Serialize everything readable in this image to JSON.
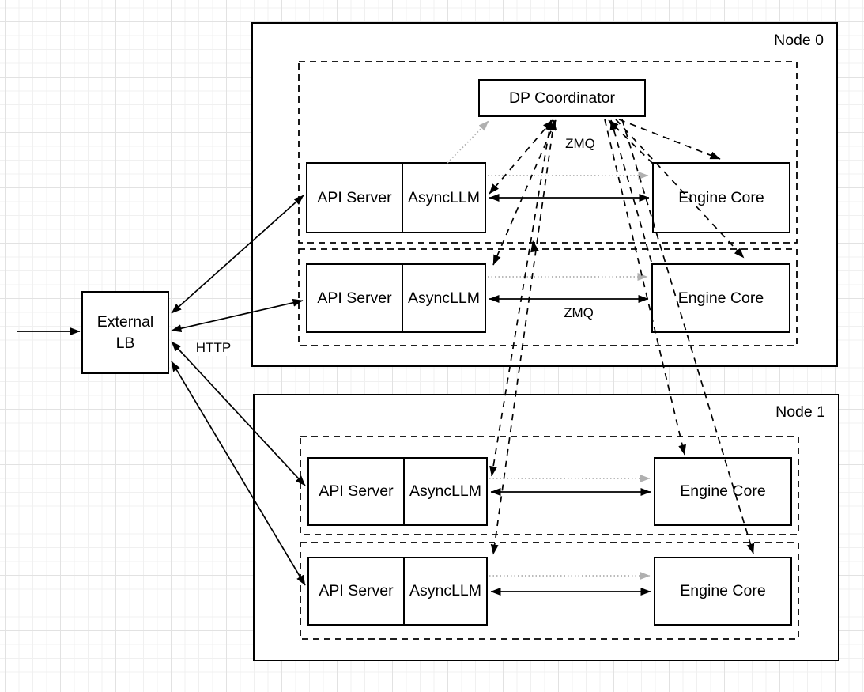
{
  "diagram": {
    "node0_label": "Node 0",
    "node1_label": "Node 1",
    "dp_coordinator": "DP Coordinator",
    "external_lb_line1": "External",
    "external_lb_line2": "LB",
    "api_server": "API Server",
    "async_llm": "AsyncLLM",
    "engine_core": "Engine Core",
    "edge_labels": {
      "http": "HTTP",
      "zmq_coordinator": "ZMQ",
      "zmq_engine": "ZMQ"
    },
    "colors": {
      "stroke": "#000000",
      "dotted_gray": "#b0b0b0",
      "box_fill": "#ffffff",
      "grid_minor": "#f0f0f0",
      "grid_major": "#e2e2e2"
    }
  }
}
